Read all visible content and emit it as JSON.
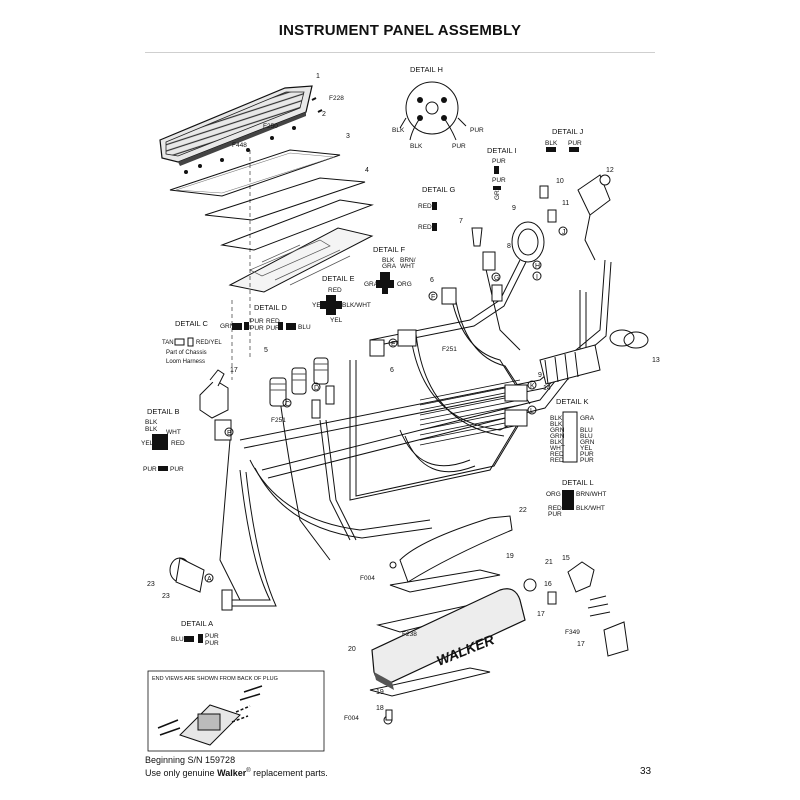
{
  "title": "INSTRUMENT PANEL ASSEMBLY",
  "footer": {
    "line1": "Beginning S/N 159728",
    "line2_pre": "Use only genuine ",
    "line2_brand": "Walker",
    "line2_reg": "®",
    "line2_post": " replacement parts.",
    "page_number": "33"
  },
  "brand_logo": "WALKER",
  "detail_labels": {
    "a": "DETAIL A",
    "b": "DETAIL B",
    "c": "DETAIL C",
    "d": "DETAIL D",
    "e": "DETAIL E",
    "f": "DETAIL F",
    "g": "DETAIL G",
    "h": "DETAIL H",
    "i": "DETAIL I",
    "j": "DETAIL J",
    "k": "DETAIL K",
    "l": "DETAIL L"
  },
  "detail_a": {
    "left": "BLU",
    "right1": "PUR",
    "right2": "PUR"
  },
  "detail_b": {
    "top1": "BLK",
    "top2": "BLK",
    "wht": "WHT",
    "yel": "YEL",
    "red": "RED",
    "bl": "PUR",
    "br": "PUR"
  },
  "detail_c": {
    "left": "TAN",
    "right": "RED/YEL",
    "note1": "Part of Chassis",
    "note2": "Loom Harness"
  },
  "detail_d": {
    "grn": "GRN",
    "pur1": "PUR",
    "pur2": "PUR",
    "red": "RED",
    "pur3": "PUR",
    "blu": "BLU"
  },
  "detail_e": {
    "top": "RED",
    "left": "YEL",
    "right": "BLK/WHT",
    "bottom": "YEL"
  },
  "detail_f": {
    "blk": "BLK",
    "gra": "GRA",
    "brn": "BRN/",
    "wht": "WHT",
    "left": "GRA",
    "right": "ORG"
  },
  "detail_g": {
    "c1": "RED",
    "c2": "RED"
  },
  "detail_h": {
    "blk1": "BLK",
    "pur1": "PUR",
    "blk2": "BLK",
    "pur2": "PUR"
  },
  "detail_i": {
    "pur1": "PUR",
    "pur2": "PUR",
    "gra": "GRA"
  },
  "detail_j": {
    "blk": "BLK",
    "pur": "PUR"
  },
  "detail_k": {
    "rows": [
      {
        "left": "BLK",
        "right": "GRA"
      },
      {
        "left": "BLK",
        "right": ""
      },
      {
        "left": "GRN",
        "right": "BLU"
      },
      {
        "left": "GRN",
        "right": "BLU"
      },
      {
        "left": "BLK",
        "right": "GRN"
      },
      {
        "left": "WHT",
        "right": "YEL"
      },
      {
        "left": "RED",
        "right": "PUR"
      },
      {
        "left": "RED",
        "right": "PUR"
      }
    ]
  },
  "detail_l": {
    "tl": "ORG",
    "tr": "BRN/WHT",
    "bl1": "RED",
    "bl2": "PUR",
    "br": "BLK/WHT"
  },
  "part_numbers": [
    "1",
    "2",
    "3",
    "4",
    "5",
    "6",
    "6",
    "7",
    "8",
    "9",
    "9",
    "10",
    "11",
    "12",
    "13",
    "14",
    "15",
    "16",
    "17",
    "17",
    "17",
    "18",
    "19",
    "19",
    "20",
    "21",
    "22",
    "23",
    "23"
  ],
  "fastener_labels": [
    "F228",
    "F250",
    "F448",
    "F251",
    "F251",
    "F004",
    "F004",
    "F238",
    "F349"
  ],
  "callouts": [
    "A",
    "B",
    "C",
    "D",
    "E",
    "F",
    "G",
    "H",
    "I",
    "J",
    "K",
    "L"
  ],
  "end_view_note": "END VIEWS ARE SHOWN FROM BACK OF PLUG"
}
